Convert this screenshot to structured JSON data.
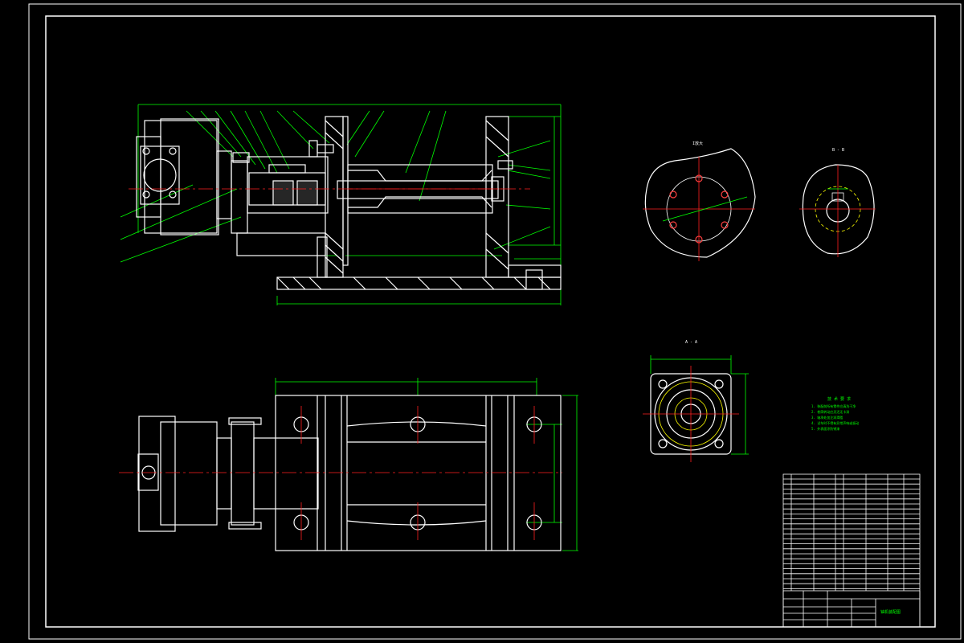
{
  "colors": {
    "background": "#000000",
    "outline": "#ffffff",
    "dimension": "#00ff00",
    "centerline": "#ff2020",
    "hatch": "#ffffff",
    "accent": "#ffff00"
  },
  "views": {
    "section_a_label": "A - A",
    "detail_b_label": "B - B",
    "detail_c_label": "I放大"
  },
  "tech_requirements": {
    "title": "技 术 要 求",
    "lines": [
      "1. 装配前所有零件应清洗干净",
      "2. 卷筒转动应灵活无卡滞",
      "3. 轴承处加注润滑脂",
      "4. 试车时不得有异常声响或振动",
      "5. 外表面涂防锈漆"
    ]
  },
  "title_block": {
    "drawing_title": "铀机装配图"
  }
}
